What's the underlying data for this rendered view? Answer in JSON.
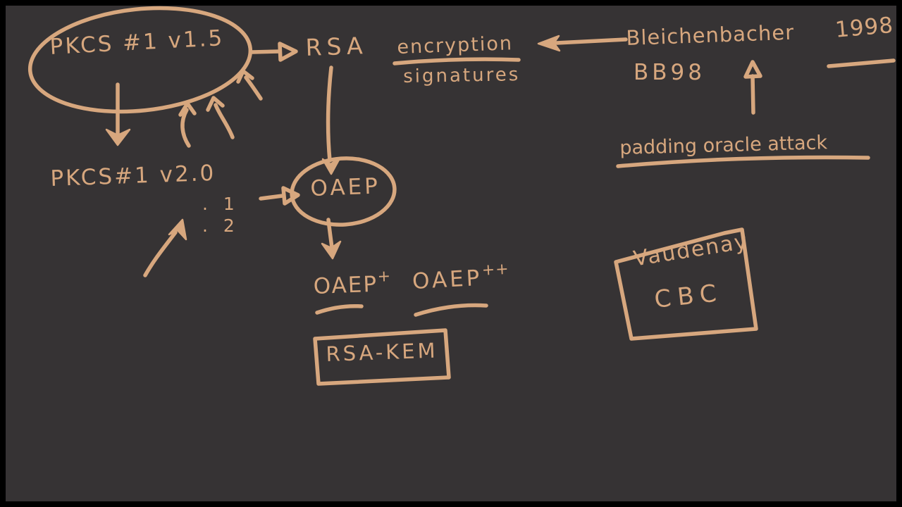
{
  "canvas": {
    "background": "#363334",
    "frame": "#000000",
    "ink": "#d7a77e"
  },
  "nodes": {
    "pkcs1v15": {
      "label": "PKCS #1 v1.5"
    },
    "rsa": {
      "label": "RSA"
    },
    "encryption": {
      "label": "encryption"
    },
    "signatures": {
      "label": "signatures"
    },
    "bleichenbacher": {
      "label": "Bleichenbacher"
    },
    "year1998": {
      "label": "1998"
    },
    "bb98": {
      "label": "BB98"
    },
    "padding_oracle": {
      "label": "padding oracle attack"
    },
    "pkcs1v20": {
      "label": "PKCS#1 v2.0"
    },
    "v2_minor_1": {
      "label": ". 1"
    },
    "v2_minor_2": {
      "label": ". 2"
    },
    "oaep": {
      "label": "OAEP"
    },
    "oaep_plus": {
      "base": "OAEP",
      "sup": "+"
    },
    "oaep_plusplus": {
      "base": "OAEP",
      "sup": "++"
    },
    "rsa_kem": {
      "label": "RSA-KEM"
    },
    "vaudenay": {
      "label": "Vaudenay"
    },
    "cbc": {
      "label": "CBC"
    }
  }
}
